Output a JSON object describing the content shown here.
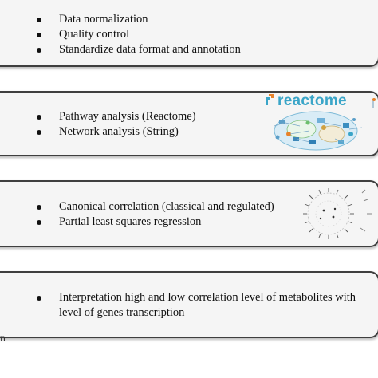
{
  "steps": [
    {
      "items": [
        "Data normalization",
        "Quality control",
        "Standardize data format and annotation"
      ]
    },
    {
      "items": [
        "Pathway analysis (Reactome)",
        "Network analysis (String)"
      ],
      "logo_text": "reactome"
    },
    {
      "items": [
        "Canonical correlation (classical and regulated)",
        "Partial least squares regression"
      ]
    },
    {
      "items": [
        "Interpretation high and low correlation level of metabolites with level of genes transcription"
      ]
    }
  ],
  "stray_char": "n",
  "colors": {
    "box_fill": "#f5f5f5",
    "box_border": "#3f3f3f",
    "reactome_blue": "#3aa5c8",
    "reactome_orange": "#e8822a"
  },
  "icons": {
    "reactome_logo": "reactome-pathway-map-icon",
    "correlation_plot": "circular-correlation-plot-icon"
  }
}
